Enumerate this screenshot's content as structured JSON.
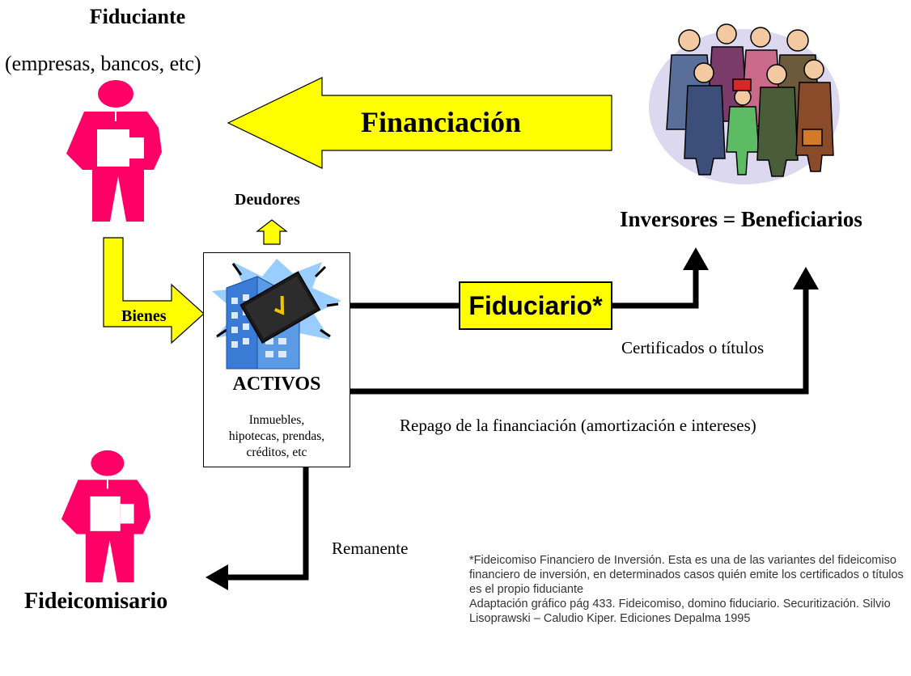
{
  "fiduciante": {
    "title": "Fiduciante",
    "subtitle": "(empresas, bancos, etc)"
  },
  "fideicomisario": {
    "title": "Fideicomisario"
  },
  "inversores": {
    "title": "Inversores = Beneficiarios"
  },
  "flows": {
    "financiacion": "Financiación",
    "bienes": "Bienes",
    "deudores": "Deudores",
    "fiduciario": "Fiduciario*",
    "certificados": "Certificados o títulos",
    "repago": "Repago de la financiación (amortización e intereses)",
    "remanente": "Remanente"
  },
  "activos": {
    "title": "ACTIVOS",
    "description_lines": [
      "Inmuebles,",
      "hipotecas, prendas,",
      "créditos, etc"
    ]
  },
  "notes": {
    "footnote": "*Fideicomiso Financiero de Inversión. Esta es una de las variantes del fideicomiso financiero de inversión, en determinados casos quién emite los certificados o títulos es el propio fiduciante",
    "reference": "Adaptación gráfico pág 433. Fideicomiso, domino fiduciario. Securitización. Silvio Lisoprawski – Caludio Kiper. Ediciones Depalma 1995"
  },
  "colors": {
    "person": "#ff0066",
    "arrow_fill": "#ffff00",
    "line": "#000000",
    "building": "#3a7bd5",
    "burst": "#99ccff"
  },
  "icons": [
    "person-icon",
    "investors-group-icon",
    "building-book-icon"
  ]
}
